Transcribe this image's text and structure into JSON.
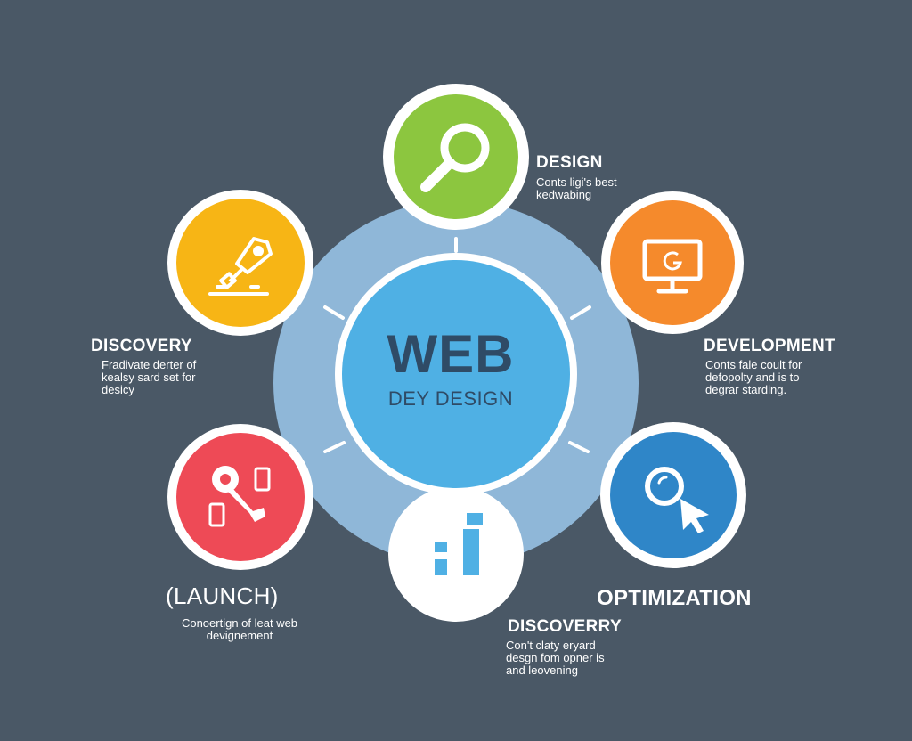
{
  "center": {
    "title": "WEB",
    "subtitle": "DEY DESIGN"
  },
  "nodes": [
    {
      "key": "design",
      "title": "DESIGN",
      "description": "Conts ligi's best\nkedwabing",
      "color": "#8cc63f",
      "icon": "magnifier-icon"
    },
    {
      "key": "development",
      "title": "DEVELOPMENT",
      "description": "Conts fale coult for\ndefopolty and is to\ndegrar starding.",
      "color": "#f58a2c",
      "icon": "monitor-icon"
    },
    {
      "key": "optimization",
      "title": "OPTIMIZATION",
      "description": "",
      "color": "#2f86c8",
      "icon": "search-cursor-icon"
    },
    {
      "key": "discoverry",
      "title": "DISCOVERRY",
      "description": "Con't claty eryard\ndesgn fom opner is\nand leovening",
      "color": "#ffffff",
      "icon": "bar-chart-icon"
    },
    {
      "key": "launch",
      "title": "(LAUNCH)",
      "description": "Conoertign of leat web\ndevignement",
      "color": "#ee4a56",
      "icon": "wrench-devices-icon"
    },
    {
      "key": "discovery",
      "title": "DISCOVERY",
      "description": "Fradivate derter of\nkealsy sard set for\ndesicy",
      "color": "#f7b515",
      "icon": "pen-tool-icon"
    }
  ],
  "colors": {
    "background": "#4a5866",
    "ring": "#8fb7d8",
    "hub": "#4fb0e4",
    "hub_text": "#2f4b66"
  }
}
